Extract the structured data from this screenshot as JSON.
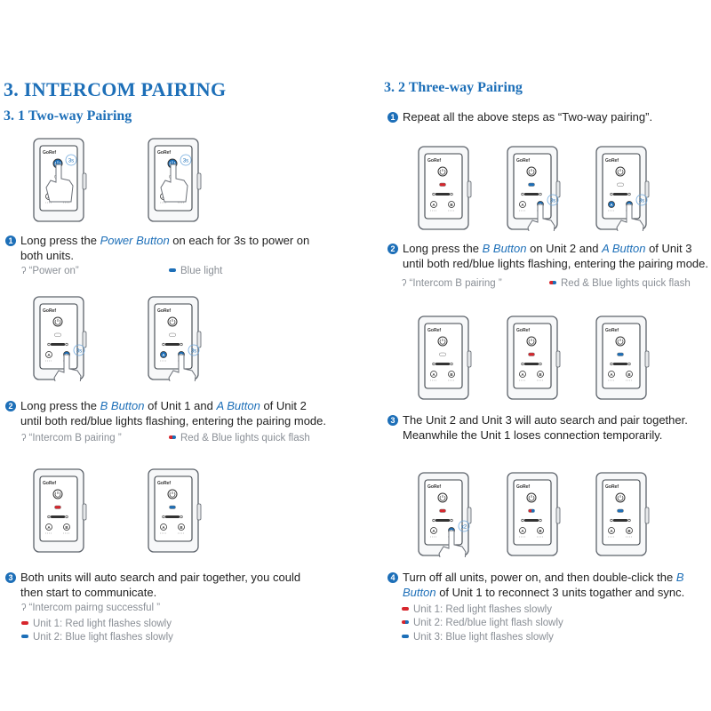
{
  "section3": {
    "title": "3. INTERCOM PAIRING",
    "sub31": "3. 1 Two-way Pairing",
    "sub32": "3. 2 Three-way Pairing"
  },
  "device": {
    "brand": "GoRef",
    "a_label": "A",
    "b_label": "B",
    "press_3s": "3s",
    "press_x2": "x2"
  },
  "left": {
    "step1": {
      "num": "1",
      "pre": "Long press the ",
      "hl1": "Power Button",
      "mid": " on each for 3s to power on",
      "line2": "both units.",
      "voice": "“Power on”",
      "led": "Blue light"
    },
    "step2": {
      "num": "2",
      "pre": "Long press the ",
      "hl1": "B Button",
      "mid": " of Unit 1 and ",
      "hl2": "A Button",
      "post": " of Unit 2",
      "line2": "until both red/blue lights flashing, entering the pairing mode.",
      "voice": "“Intercom B pairing ”",
      "led": "Red & Blue lights quick flash"
    },
    "step3": {
      "num": "3",
      "line1": "Both units will auto search and pair together, you could",
      "line2": "then start to communicate.",
      "voice": "“Intercom pairng successful  ”",
      "led1": "Unit 1: Red light flashes slowly",
      "led2": "Unit 2: Blue light flashes slowly"
    }
  },
  "right": {
    "step1": {
      "num": "1",
      "text": "Repeat all the above steps as “Two-way pairing”."
    },
    "step2": {
      "num": "2",
      "pre": "Long press the ",
      "hl1": "B Button",
      "mid": " on Unit 2 and ",
      "hl2": "A Button",
      "post": " of Unit 3",
      "line2": "until both red/blue lights flashing, entering the pairing mode.",
      "voice": "“Intercom B pairing ”",
      "led": "Red & Blue lights quick flash"
    },
    "step3": {
      "num": "3",
      "line1": "The Unit 2 and Unit 3 will auto search and pair together.",
      "line2": "Meanwhile the Unit 1 loses connection temporarily."
    },
    "step4": {
      "num": "4",
      "pre": "Turn off all units, power on, and then double-click the ",
      "hl1": "B",
      "hl2": "Button",
      "post": " of Unit 1 to reconnect 3 units togather and sync.",
      "led1": "Unit 1: Red light flashes slowly",
      "led2": "Unit 2: Red/blue light flash slowly",
      "led3": "Unit 3: Blue light flashes slowly"
    }
  },
  "colors": {
    "accent": "#1d6fb8",
    "red_led": "#d7262d",
    "blue_led": "#1d6fb8"
  }
}
